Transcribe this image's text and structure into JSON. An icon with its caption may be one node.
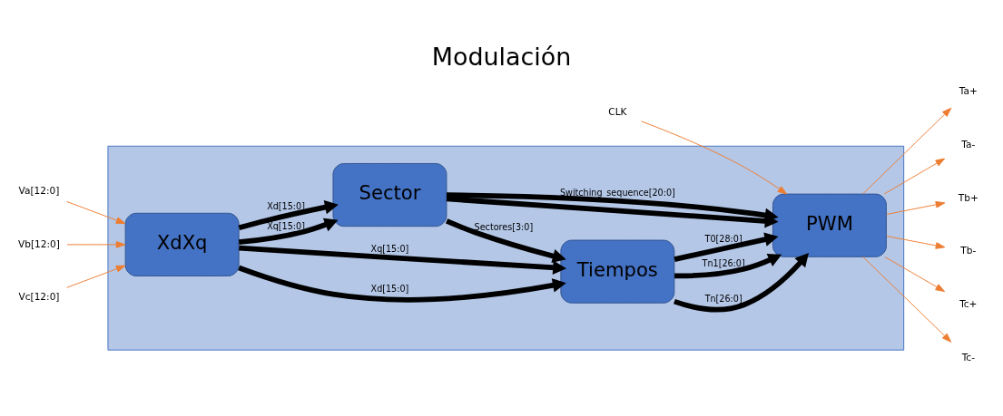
{
  "diagram": {
    "title": "Modulación",
    "nodes": [
      {
        "text": [],
        "shape": "box"
      },
      {
        "text": [
          "Va[12:0]"
        ]
      },
      {
        "text": [
          "Vb[12:0]"
        ]
      },
      {
        "text": [
          "Vc[12:0]"
        ]
      },
      {
        "text": [
          "XdXq"
        ],
        "in": 0
      },
      {
        "text": [
          "Tiempos"
        ],
        "in": 0
      },
      {
        "text": [
          "CLK"
        ]
      },
      {
        "text": [
          "PWM"
        ],
        "in": 0
      },
      {
        "text": [
          "Ta+"
        ]
      },
      {
        "text": [
          "Ta-"
        ]
      },
      {
        "text": [
          "Tb+"
        ]
      },
      {
        "text": [
          "Tb-"
        ]
      },
      {
        "text": [
          "Tc+"
        ]
      },
      {
        "text": [
          "Tc-"
        ]
      },
      {
        "text": [
          "Sector"
        ],
        "in": 0
      }
    ],
    "edges": [
      {
        "from": 1,
        "to": 4,
        "arrow": "to"
      },
      {
        "from": 2,
        "to": 4,
        "arrow": "to"
      },
      {
        "from": 3,
        "to": 4,
        "arrow": "to"
      },
      {
        "from": 4,
        "to": 5,
        "arrow": "to",
        "label": "Xd[15:0]",
        "style": "thick",
        "color": "#000000"
      },
      {
        "from": 4,
        "to": 5,
        "arrow": "to",
        "label": "Xq[15:0]",
        "style": "thick",
        "color": "#000000"
      },
      {
        "from": 4,
        "to": 14,
        "arrow": "to",
        "label": "Xq[15:0]",
        "style": "thick",
        "color": "#000000"
      },
      {
        "from": 4,
        "to": 14,
        "arrow": "to",
        "label": "Xd[15:0]",
        "style": "thick",
        "color": "#000000"
      },
      {
        "from": 5,
        "to": 7,
        "arrow": "to",
        "label": "Tn[26:0]",
        "style": "thick",
        "color": "#000000"
      },
      {
        "from": 5,
        "to": 7,
        "arrow": "to",
        "label": "Tn1[26:0]",
        "style": "thick",
        "color": "#000000"
      },
      {
        "from": 5,
        "to": 7,
        "arrow": "to",
        "label": "T0[28:0]",
        "style": "thick",
        "color": "#000000"
      },
      {
        "from": 6,
        "to": 7,
        "arrow": "to"
      },
      {
        "from": 7,
        "to": 8,
        "arrow": "to"
      },
      {
        "from": 7,
        "to": 9,
        "arrow": "to"
      },
      {
        "from": 7,
        "to": 10,
        "arrow": "to"
      },
      {
        "from": 7,
        "to": 11,
        "arrow": "to"
      },
      {
        "from": 7,
        "to": 12,
        "arrow": "to"
      },
      {
        "from": 7,
        "to": 13,
        "arrow": "to"
      },
      {
        "from": 14,
        "to": 5,
        "arrow": "to",
        "label": "Sectores[3:0]",
        "style": "thick",
        "color": "#000000"
      },
      {
        "from": 14,
        "to": 7,
        "arrow": "to",
        "style": "thick",
        "color": "#000000"
      },
      {
        "from": 14,
        "to": 7,
        "arrow": "to",
        "label": "Switching_sequence[20:0]",
        "style": "thick",
        "color": "#000000"
      }
    ]
  }
}
